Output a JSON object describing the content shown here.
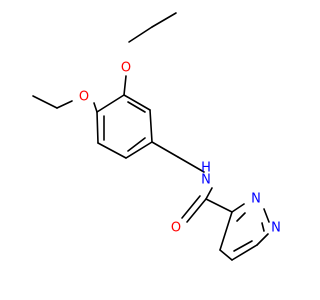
{
  "atoms": {
    "o_top": {
      "text": "O"
    },
    "o_left": {
      "text": "O"
    },
    "n_amide": {
      "text": "N"
    },
    "h_amide": {
      "text": "H"
    },
    "o_carbonyl": {
      "text": "O"
    },
    "n_ring_1": {
      "text": "N"
    },
    "n_ring_2": {
      "text": "N"
    }
  },
  "colors": {
    "bond": "#000000",
    "oxygen": "#ff0000",
    "nitrogen": "#0000ff",
    "background": "#ffffff"
  }
}
